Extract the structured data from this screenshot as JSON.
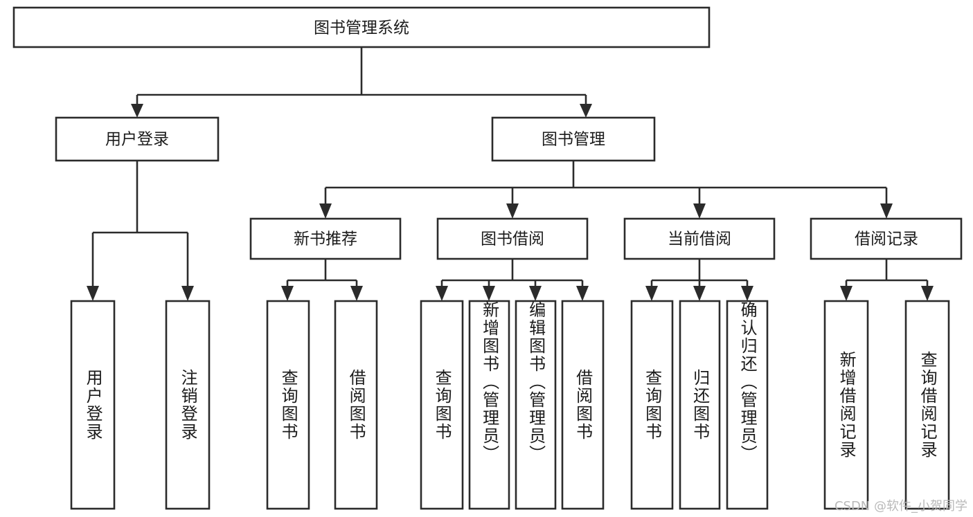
{
  "diagram": {
    "type": "tree-hierarchy-chart",
    "title": "图书管理系统",
    "watermark": "CSDN @软件_小贺同学",
    "colors": {
      "stroke": "#2b2b2b",
      "fill": "#ffffff",
      "text": "#1b1b1b",
      "watermark": "#b9b9b9"
    },
    "root": {
      "label": "图书管理系统"
    },
    "level2": [
      {
        "label": "用户登录"
      },
      {
        "label": "图书管理"
      }
    ],
    "level3": [
      {
        "label": "新书推荐"
      },
      {
        "label": "图书借阅"
      },
      {
        "label": "当前借阅"
      },
      {
        "label": "借阅记录"
      }
    ],
    "leaves": {
      "user_login": [
        {
          "label": "用户登录"
        },
        {
          "label": "注销登录"
        }
      ],
      "new_book_recommend": [
        {
          "label": "查询图书"
        },
        {
          "label": "借阅图书"
        }
      ],
      "book_borrow": [
        {
          "label": "查询图书"
        },
        {
          "label": "新增图书（管理员）"
        },
        {
          "label": "编辑图书（管理员）"
        },
        {
          "label": "借阅图书"
        }
      ],
      "current_borrow": [
        {
          "label": "查询图书"
        },
        {
          "label": "归还图书"
        },
        {
          "label": "确认归还（管理员）"
        }
      ],
      "borrow_record": [
        {
          "label": "新增借阅记录"
        },
        {
          "label": "查询借阅记录"
        }
      ]
    }
  }
}
